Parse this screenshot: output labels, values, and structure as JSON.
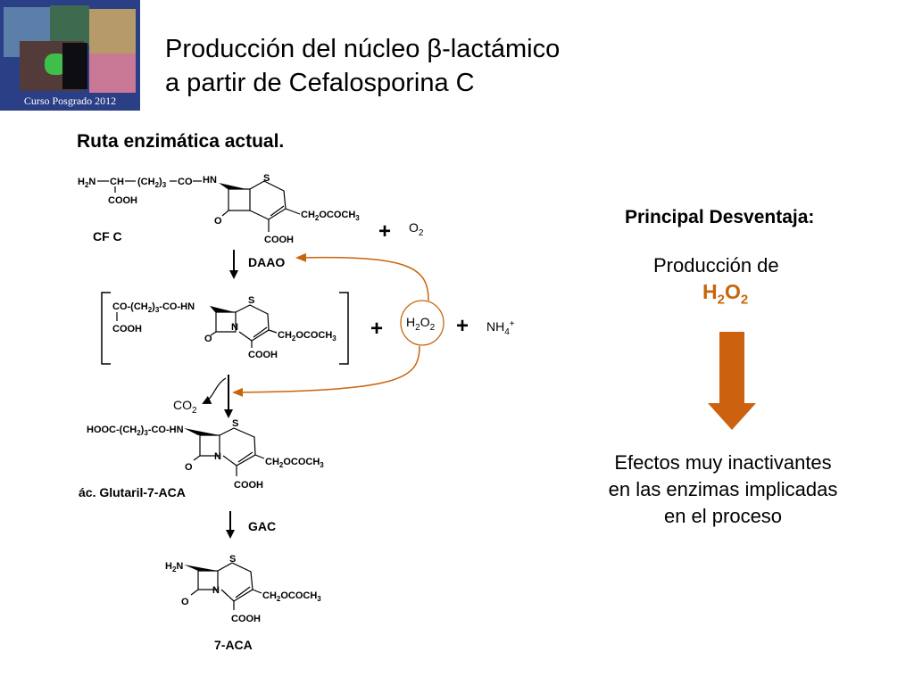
{
  "logo": {
    "caption": "Curso Posgrado 2012",
    "colors": {
      "background": "#2b3f86"
    }
  },
  "title": {
    "line1": "Producción del núcleo β-lactámico",
    "line2": "a partir de Cefalosporina C"
  },
  "subtitle": "Ruta enzimática actual.",
  "scheme": {
    "cfc": {
      "chain": [
        "H",
        "2",
        "N",
        "CH",
        "(CH",
        "2",
        ")",
        "3",
        "CO",
        "HN"
      ],
      "cooh_side": "COOH",
      "s": "S",
      "o": "O",
      "ch2ococh3": [
        "CH",
        "2",
        "OCOCH",
        "3"
      ],
      "cooh": "COOH",
      "name": "CF C"
    },
    "o2": [
      "O",
      "2"
    ],
    "daao": "DAAO",
    "intermediate": {
      "chain": [
        "CO-(CH",
        "2",
        ")",
        "3",
        "-CO-HN"
      ],
      "cooh_side": "COOH",
      "s": "S",
      "n": "N",
      "o": "O",
      "ch2ococh3": [
        "CH",
        "2",
        "OCOCH",
        "3"
      ],
      "cooh": "COOH"
    },
    "h2o2": [
      "H",
      "2",
      "O",
      "2"
    ],
    "nh4": [
      "NH",
      "4",
      "+"
    ],
    "plus": "+",
    "co2": [
      "CO",
      "2"
    ],
    "glutaryl": {
      "chain": [
        "HOOC-(CH",
        "2",
        ")",
        "3",
        "-CO-HN"
      ],
      "s": "S",
      "n": "N",
      "o": "O",
      "ch2ococh3": [
        "CH",
        "2",
        "OCOCH",
        "3"
      ],
      "cooh": "COOH",
      "name": "ác. Glutaril-7-ACA"
    },
    "gac": "GAC",
    "aca": {
      "amine": [
        "H",
        "2",
        "N"
      ],
      "s": "S",
      "n": "N",
      "o": "O",
      "ch2ococh3": [
        "CH",
        "2",
        "OCOCH",
        "3"
      ],
      "cooh": "COOH",
      "name": "7-ACA"
    },
    "colors": {
      "recycle_arrow": "#c8650a"
    }
  },
  "right": {
    "heading": "Principal Desventaja:",
    "production": "Producción de",
    "h2o2": [
      "H",
      "2",
      "O",
      "2"
    ],
    "effects": [
      "Efectos muy inactivantes",
      "en las enzimas implicadas",
      "en el proceso"
    ],
    "colors": {
      "accent": "#c8650a",
      "arrow": "#cc6210"
    }
  }
}
